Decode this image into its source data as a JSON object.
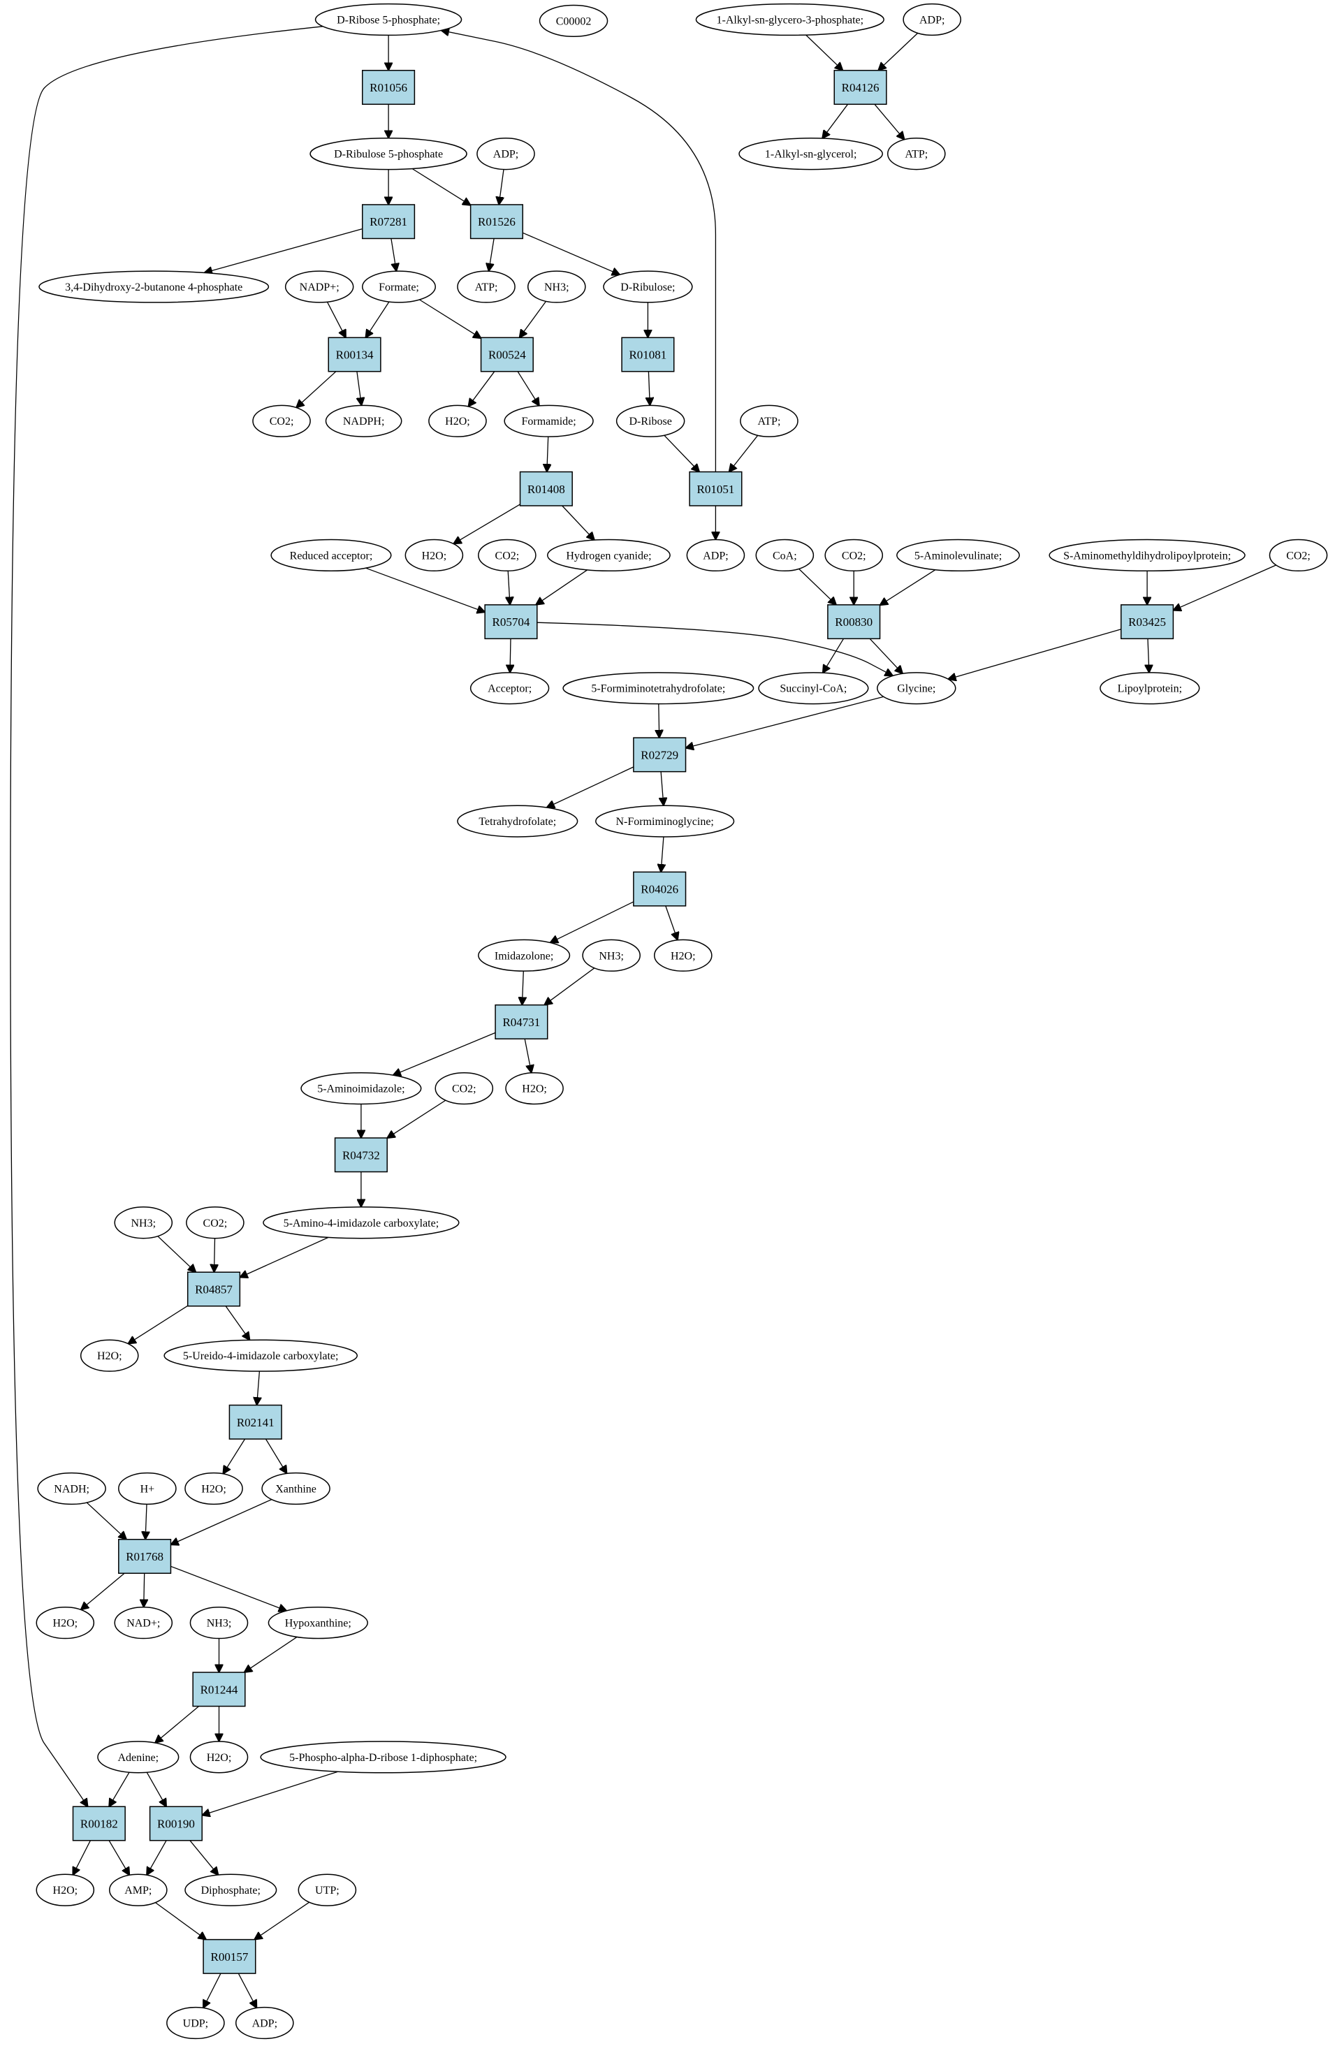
{
  "colors": {
    "reaction_fill": "#add8e6",
    "compound_fill": "#ffffff",
    "start_fill": "#00ff00",
    "marker_fill": "#ffff00",
    "edge": "#000000"
  },
  "reactions": {
    "R01056": "R01056",
    "R04126": "R04126",
    "R07281": "R07281",
    "R01526": "R01526",
    "R00134": "R00134",
    "R00524": "R00524",
    "R01081": "R01081",
    "R01408": "R01408",
    "R01051": "R01051",
    "R05704": "R05704",
    "R00830": "R00830",
    "R03425": "R03425",
    "R02729": "R02729",
    "R04026": "R04026",
    "R04731": "R04731",
    "R04732": "R04732",
    "R04857": "R04857",
    "R02141": "R02141",
    "R01768": "R01768",
    "R01244": "R01244",
    "R00182": "R00182",
    "R00190": "R00190",
    "R00157": "R00157"
  },
  "compounds": {
    "rib5p": "D-Ribose 5-phosphate;",
    "c00002": "C00002",
    "alkylg3p": "1-Alkyl-sn-glycero-3-phosphate;",
    "adp_a": "ADP;",
    "ribu5p": "D-Ribulose 5-phosphate",
    "adp_b": "ADP;",
    "alkylg": "1-Alkyl-sn-glycerol;",
    "atp_a": "ATP;",
    "dhbp": "3,4-Dihydroxy-2-butanone 4-phosphate",
    "nadp": "NADP+;",
    "formate": "Formate;",
    "atp_b": "ATP;",
    "nh3_a": "NH3;",
    "ribulose": "D-Ribulose;",
    "co2_a": "CO2;",
    "nadph": "NADPH;",
    "h2o_a": "H2O;",
    "formamide": "Formamide;",
    "ribose": "D-Ribose",
    "atp_c": "ATP;",
    "h2o_b": "H2O;",
    "co2_b": "CO2;",
    "hcn": "Hydrogen cyanide;",
    "redacc": "Reduced acceptor;",
    "adp_c": "ADP;",
    "coa": "CoA;",
    "co2_c": "CO2;",
    "ala": "5-Aminolevulinate;",
    "amdhlp": "S-Aminomethyldihydrolipoylprotein;",
    "co2_d": "CO2;",
    "acceptor": "Acceptor;",
    "fthf": "5-Formiminotetrahydrofolate;",
    "succoa": "Succinyl-CoA;",
    "glycine": "Glycine;",
    "lipoyl": "Lipoylprotein;",
    "thf": "Tetrahydrofolate;",
    "nfg": "N-Formiminoglycine;",
    "imidazolone": "Imidazolone;",
    "nh3_b": "NH3;",
    "h2o_c": "H2O;",
    "aimid": "5-Aminoimidazole;",
    "co2_e": "CO2;",
    "h2o_d": "H2O;",
    "aicarb": "5-Amino-4-imidazole carboxylate;",
    "nh3_c": "NH3;",
    "co2_f": "CO2;",
    "h2o_e": "H2O;",
    "uicarb": "5-Ureido-4-imidazole carboxylate;",
    "h2o_f": "H2O;",
    "xanthine": "Xanthine",
    "nadh": "NADH;",
    "hplus": "H+",
    "h2o_g": "H2O;",
    "nad": "NAD+;",
    "nh3_d": "NH3;",
    "hypox": "Hypoxanthine;",
    "adenine": "Adenine;",
    "h2o_h": "H2O;",
    "prpp": "5-Phospho-alpha-D-ribose 1-diphosphate;",
    "h2o_i": "H2O;",
    "amp": "AMP;",
    "diphos": "Diphosphate;",
    "utp": "UTP;",
    "udp": "UDP;",
    "adp_d": "ADP;"
  }
}
